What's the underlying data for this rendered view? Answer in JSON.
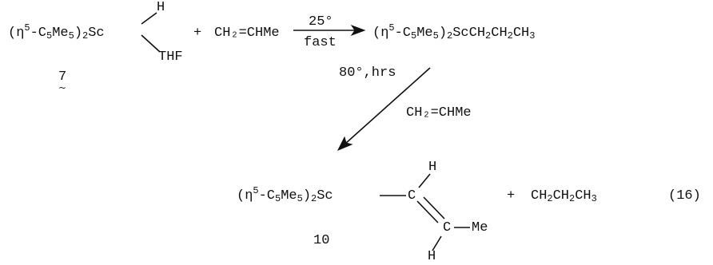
{
  "scheme": {
    "reactant": {
      "eta": "η",
      "sup": "5",
      "pre": "-C",
      "sub1": "5",
      "mid": "Me",
      "sub2": "5",
      "post": ")",
      "sub3": "2",
      "metal": "Sc",
      "ligand_h": "H",
      "ligand_thf": "THF",
      "label": "7"
    },
    "plus1": "+",
    "propene1": "CH₂=CHMe",
    "arrow1_top": "25°",
    "arrow1_bottom": "fast",
    "product1_pre": "(",
    "product1_eta": "η",
    "product1_sup": "5",
    "product1_a": "-C",
    "product1_sub1": "5",
    "product1_b": "Me",
    "product1_sub2": "5",
    "product1_c": ")",
    "product1_sub3": "2",
    "product1_d": "ScCH",
    "product1_sub4": "2",
    "product1_e": "CH",
    "product1_sub5": "2",
    "product1_f": "CH",
    "product1_sub6": "3",
    "arrow2_condition": "80°,hrs",
    "arrow2_reagent": "CH₂=CHMe",
    "product2": {
      "pre": "(",
      "eta": "η",
      "sup": "5",
      "a": "-C",
      "sub1": "5",
      "b": "Me",
      "sub2": "5",
      "c": ")",
      "sub3": "2",
      "metal": "Sc",
      "c1": "C",
      "h1": "H",
      "c2": "C",
      "me": "Me",
      "h2": "H",
      "label": "10"
    },
    "plus2": "+",
    "byproduct_a": "CH",
    "byproduct_sub1": "2",
    "byproduct_b": "CH",
    "byproduct_sub2": "2",
    "byproduct_c": "CH",
    "byproduct_sub3": "3",
    "eq_number": "(16)"
  }
}
